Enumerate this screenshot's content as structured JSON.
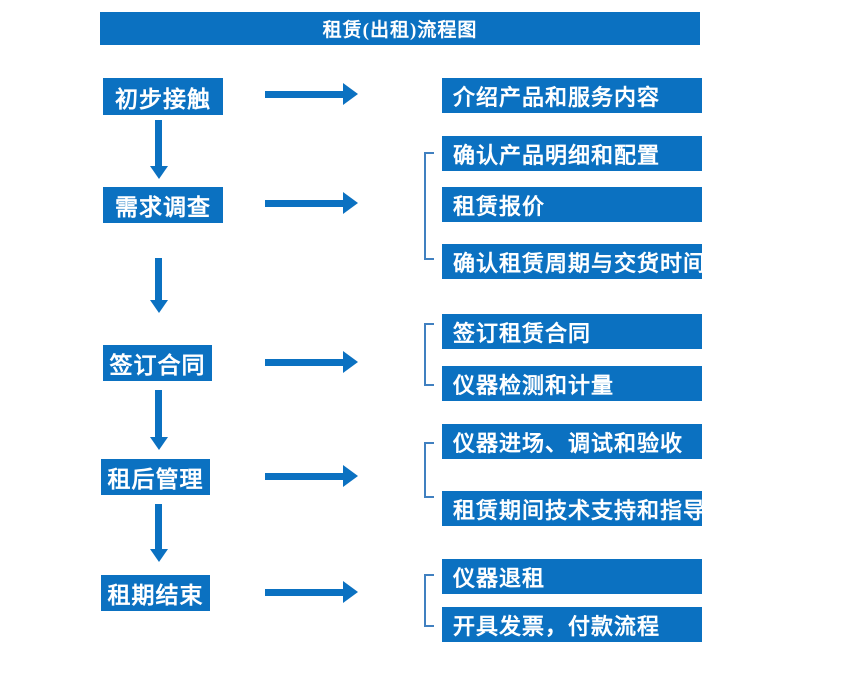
{
  "colors": {
    "primary_blue": "#0b71c1",
    "bracket_blue": "#4080c0",
    "text_white": "#ffffff",
    "background": "#ffffff"
  },
  "title": "租赁(出租)流程图",
  "flow": {
    "steps": [
      {
        "label": "初步接触",
        "details": [
          "介绍产品和服务内容"
        ]
      },
      {
        "label": "需求调查",
        "details": [
          "确认产品明细和配置",
          "租赁报价",
          "确认租赁周期与交货时间"
        ]
      },
      {
        "label": "签订合同",
        "details": [
          "签订租赁合同",
          "仪器检测和计量"
        ]
      },
      {
        "label": "租后管理",
        "details": [
          "仪器进场、调试和验收",
          "租赁期间技术支持和指导"
        ]
      },
      {
        "label": "租期结束",
        "details": [
          "仪器退租",
          "开具发票，付款流程"
        ]
      }
    ]
  }
}
